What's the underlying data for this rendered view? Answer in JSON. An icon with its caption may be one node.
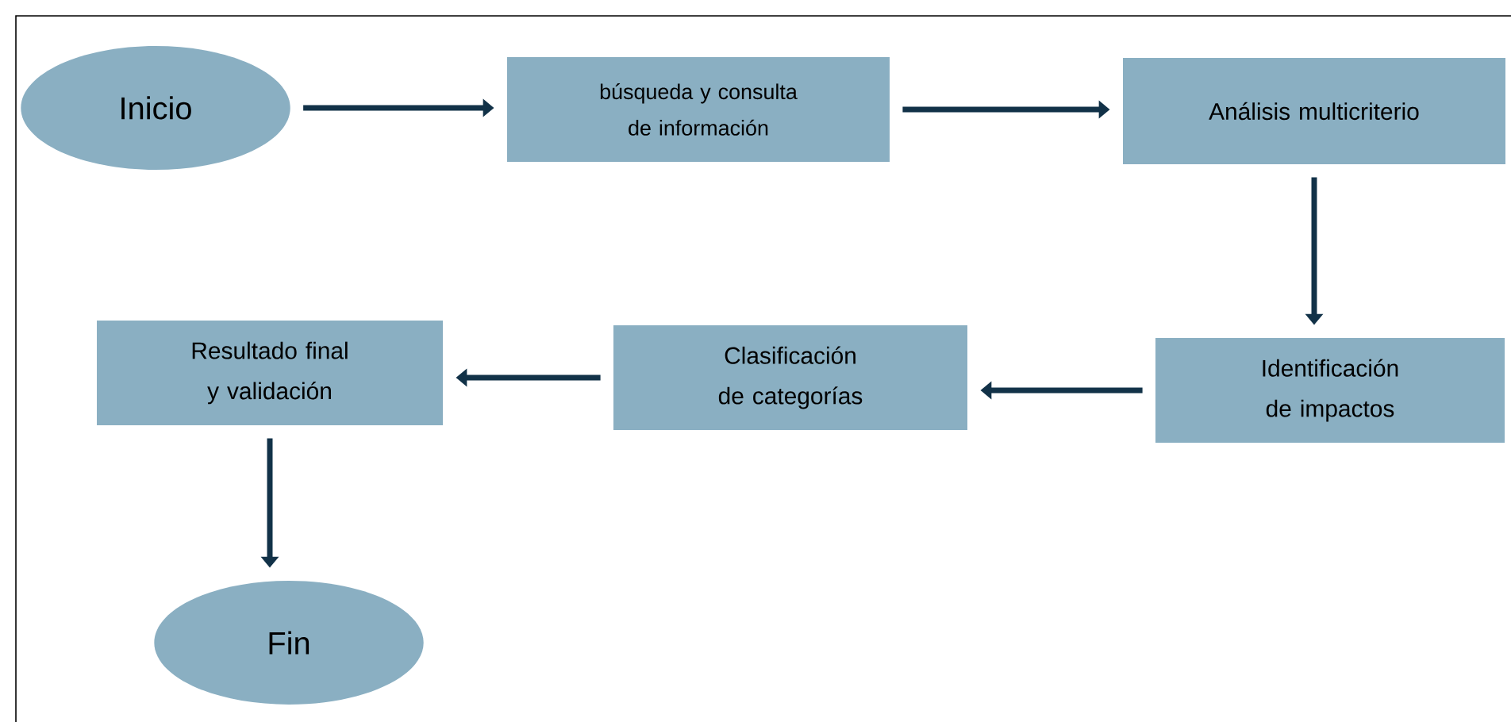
{
  "diagram": {
    "nodes": [
      {
        "text": [
          "Inicio"
        ]
      },
      {
        "text": [
          "búsqueda y consulta de información"
        ]
      },
      {
        "text": [
          "Análisis multicriterio"
        ]
      },
      {
        "text": [
          "Identificación de impactos"
        ]
      },
      {
        "text": [
          "Clasificación de categorías"
        ]
      },
      {
        "text": [
          "Resultado final y validación"
        ]
      },
      {
        "text": [
          "Fin"
        ]
      }
    ],
    "edges": [
      {
        "from": 0,
        "to": 1,
        "arrow": "to"
      },
      {
        "from": 1,
        "to": 2,
        "arrow": "to"
      },
      {
        "from": 2,
        "to": 3,
        "arrow": "to"
      },
      {
        "from": 3,
        "to": 4,
        "arrow": "to"
      },
      {
        "from": 4,
        "to": 5,
        "arrow": "to"
      },
      {
        "from": 5,
        "to": 6,
        "arrow": "to"
      }
    ]
  }
}
